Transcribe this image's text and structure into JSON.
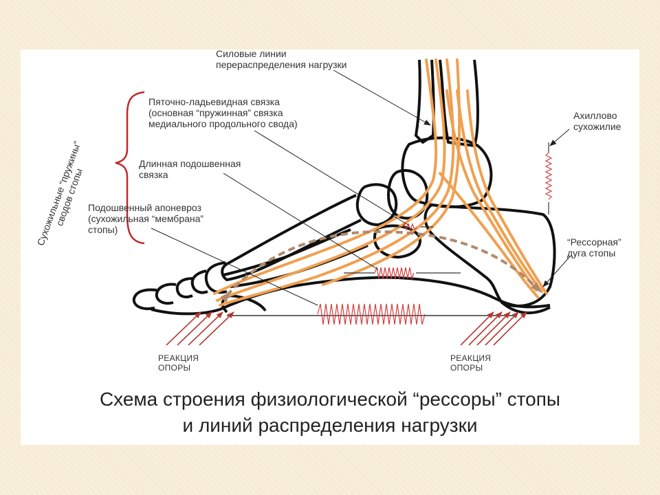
{
  "labels": {
    "force_lines": "Силовые линии\nперераспределения нагрузки",
    "calcaneonavicular": "Пяточно-ладьевидная связка\n(основная “пружинная” связка\nмедиального продольного свода)",
    "long_plantar": "Длинная подошвенная\nсвязка",
    "plantar_aponeurosis": "Подошвенный апоневроз\n(сухожильная “мембрана”\nстопы)",
    "achilles": "Ахиллово\nсухожилие",
    "spring_arch": "“Рессорная”\nдуга стопы",
    "reaction_left": "РЕАКЦИЯ\nОПОРЫ",
    "reaction_right": "РЕАКЦИЯ\nОПОРЫ",
    "vertical": "Сухожильные “пружины”\nсводов стопы"
  },
  "title": {
    "line1": "Схема строения физиологической “рессоры” стопы",
    "line2": "и линий распределения нагрузки"
  },
  "colors": {
    "background": "#f6ecd6",
    "bone_outline": "#111111",
    "force_lines": "#f0a050",
    "arch": "#b08a6e",
    "brace": "#c0282a",
    "springs": "#d63c3c",
    "reaction_arrows": "#b43a30",
    "leader_lines": "#222222"
  }
}
